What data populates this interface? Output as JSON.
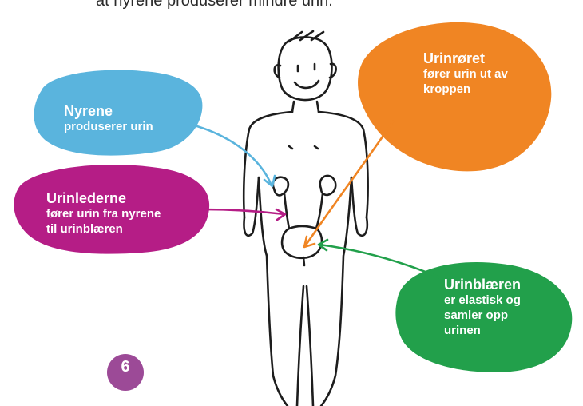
{
  "header": {
    "text": "at nyrene produserer mindre urin."
  },
  "bubbles": {
    "nyrene": {
      "title": "Nyrene",
      "lines": [
        "produserer urin"
      ],
      "color": "#5ab4dd"
    },
    "urinlederne": {
      "title": "Urinlederne",
      "lines": [
        "fører urin fra nyrene",
        "til urinblæren"
      ],
      "color": "#b51d86"
    },
    "urinroret": {
      "title": "Urinrøret",
      "lines": [
        "fører urin ut av",
        "kroppen"
      ],
      "color": "#f08523"
    },
    "urinblaeren": {
      "title": "Urinblæren",
      "lines": [
        "er elastisk og",
        "samler opp",
        "urinen"
      ],
      "color": "#22a04b"
    }
  },
  "page_number": {
    "value": "6",
    "color": "#9c4a97"
  },
  "illustration": {
    "icon": "human-body-urinary-system-sketch"
  }
}
